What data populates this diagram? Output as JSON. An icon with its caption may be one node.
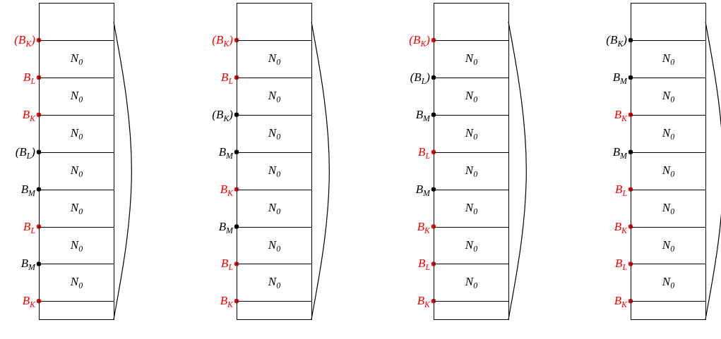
{
  "diagram": {
    "nodes": [
      {
        "text": [],
        "shape": "box"
      },
      {
        "text": [
          "N$_{0}$"
        ],
        "in": 0
      },
      {
        "text": [
          "N$_{0}$"
        ],
        "in": 0
      },
      {
        "text": [
          "N$_{0}$"
        ],
        "in": 0
      },
      {
        "text": [
          "N$_{0}$"
        ],
        "in": 0
      },
      {
        "text": [
          "N$_{0}$"
        ],
        "in": 0
      },
      {
        "text": [
          "N$_{0}$"
        ],
        "in": 0
      },
      {
        "text": [
          "N$_{0}$"
        ],
        "in": 0
      },
      {
        "text": [],
        "shape": "box"
      },
      {
        "text": [
          "N$_{0}$"
        ],
        "in": 8
      },
      {
        "text": [
          "N$_{0}$"
        ],
        "in": 8
      },
      {
        "text": [
          "N$_{0}$"
        ],
        "in": 8
      },
      {
        "text": [
          "N$_{0}$"
        ],
        "in": 8
      },
      {
        "text": [
          "N$_{0}$"
        ],
        "in": 8
      },
      {
        "text": [
          "N$_{0}$"
        ],
        "in": 8
      },
      {
        "text": [
          "N$_{0}$"
        ],
        "in": 8
      },
      {
        "text": [],
        "shape": "box"
      },
      {
        "text": [
          "N$_{0}$"
        ],
        "in": 16
      },
      {
        "text": [
          "N$_{0}$"
        ],
        "in": 16
      },
      {
        "text": [
          "N$_{0}$"
        ],
        "in": 16
      },
      {
        "text": [
          "N$_{0}$"
        ],
        "in": 16
      },
      {
        "text": [
          "N$_{0}$"
        ],
        "in": 16
      },
      {
        "text": [
          "N$_{0}$"
        ],
        "in": 16
      },
      {
        "text": [
          "N$_{0}$"
        ],
        "in": 16
      },
      {
        "text": [],
        "shape": "box"
      },
      {
        "text": [
          "N$_{0}$"
        ],
        "in": 24
      },
      {
        "text": [
          "N$_{0}$"
        ],
        "in": 24
      },
      {
        "text": [
          "N$_{0}$"
        ],
        "in": 24
      },
      {
        "text": [
          "N$_{0}$"
        ],
        "in": 24
      },
      {
        "text": [
          "N$_{0}$"
        ],
        "in": 24
      },
      {
        "text": [
          "N$_{0}$"
        ],
        "in": 24
      },
      {
        "text": [
          "N$_{0}$"
        ],
        "in": 24
      }
    ],
    "labels": [
      "(B$_{K}$)",
      "B$_{L}$",
      "B$_{K}$",
      "(B$_{L}$)",
      "B$_{M}$",
      "B$_{L}$",
      "B$_{M}$",
      "B$_{K}$",
      "(B$_{K}$)",
      "B$_{L}$",
      "(B$_{K}$)",
      "B$_{M}$",
      "B$_{K}$",
      "B$_{M}$",
      "B$_{L}$",
      "B$_{K}$",
      "(B$_{K}$)",
      "(B$_{L}$)",
      "B$_{M}$",
      "B$_{L}$",
      "B$_{M}$",
      "B$_{K}$",
      "B$_{L}$",
      "B$_{K}$",
      "(B$_{K}$)",
      "B$_{M}$",
      "B$_{K}$",
      "B$_{M}$",
      "B$_{L}$",
      "B$_{K}$",
      "B$_{L}$",
      "B$_{K}$"
    ]
  }
}
